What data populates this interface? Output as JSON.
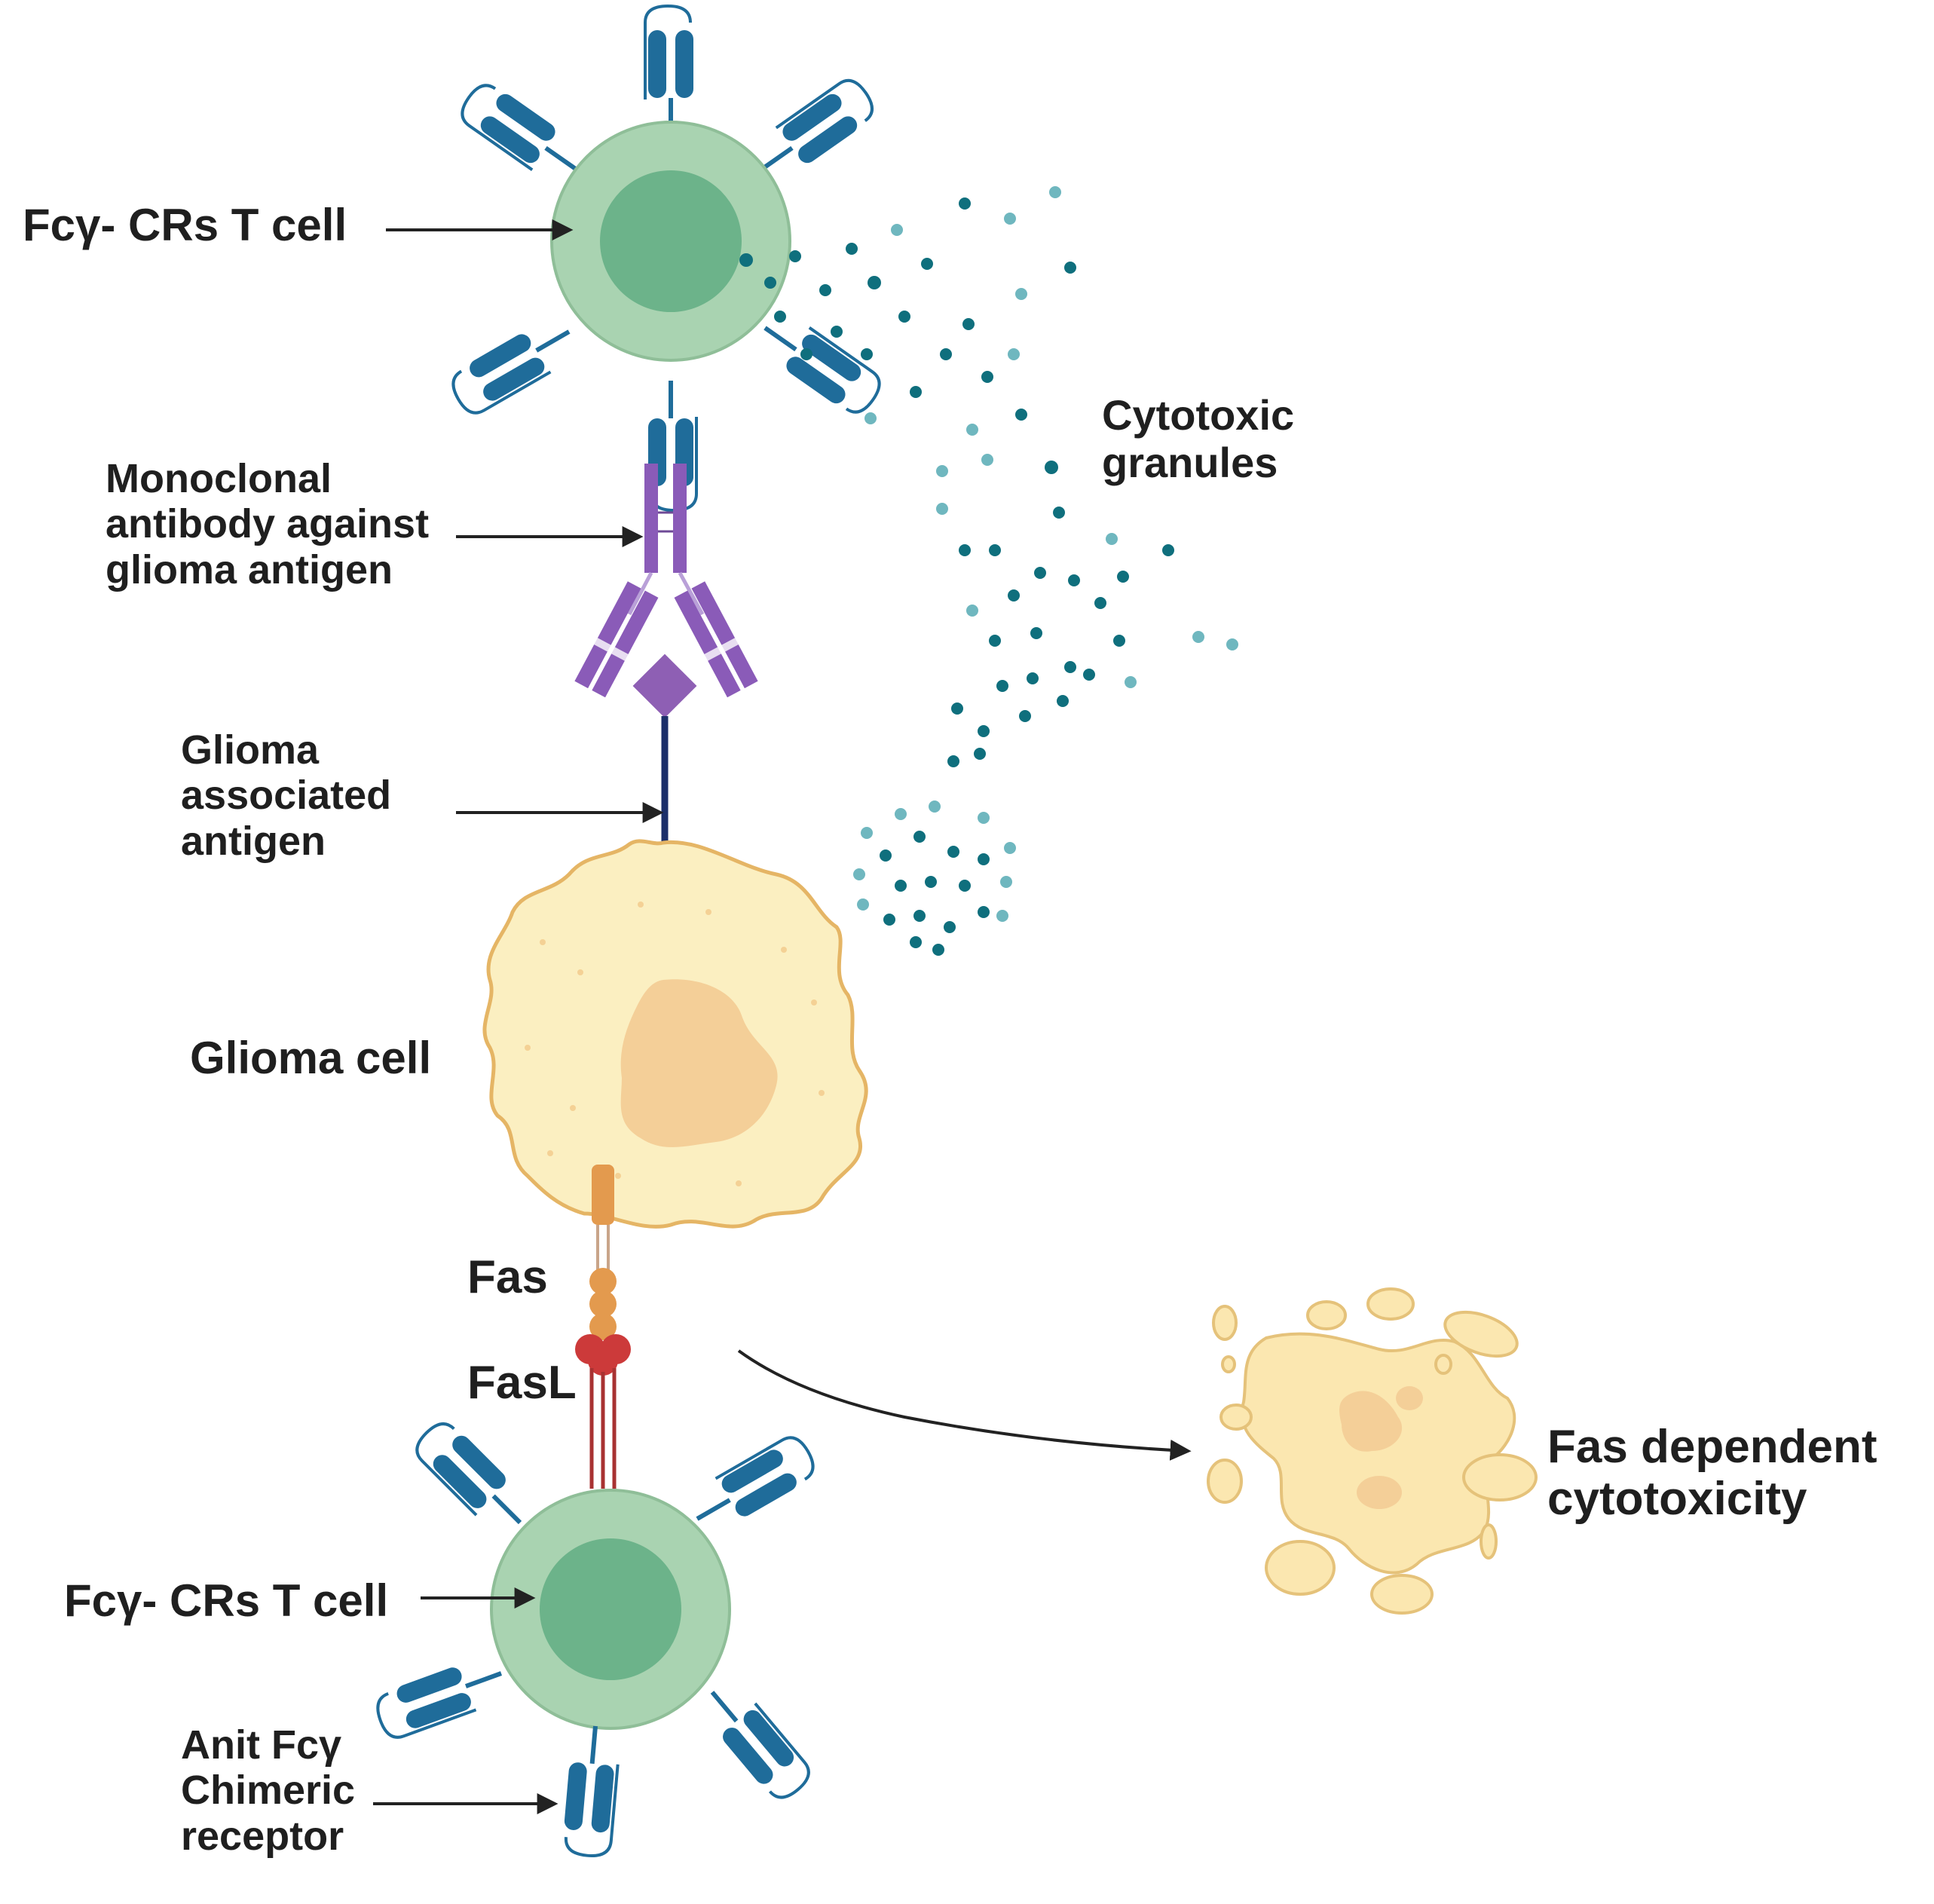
{
  "labels": {
    "t_cell_top": "Fcγ- CRs T cell",
    "antibody": [
      "Monoclonal",
      "antibody against",
      "glioma antigen"
    ],
    "antigen": [
      "Glioma",
      "associated",
      "antigen"
    ],
    "glioma_cell": "Glioma cell",
    "granules": [
      "Cytotoxic",
      "granules"
    ],
    "fas": "Fas",
    "fasl": "FasL",
    "t_cell_bottom": "Fcγ- CRs T cell",
    "receptor": [
      "Anit Fcγ",
      "Chimeric",
      "receptor"
    ],
    "outcome": [
      "Fas dependent",
      "cytotoxicity"
    ]
  },
  "colors": {
    "t_cell_membrane": "#a9d3b1",
    "t_cell_nucleus": "#6cb38a",
    "receptor": "#1f6c9a",
    "antibody": "#8a5bb8",
    "antigen_stalk": "#1c2f6a",
    "glioma_cytoplasm": "#fbefc1",
    "glioma_nucleus": "#f4cf98",
    "glioma_outline": "#e5b565",
    "granule_dark": "#0f6f7d",
    "granule_light": "#6fb7bf",
    "fas": "#e39a4e",
    "fasl": "#cc3a3a",
    "arrow": "#222222"
  },
  "icons": [
    "t-cell-icon",
    "chimeric-receptor-icon",
    "antibody-icon",
    "glioma-cell-icon",
    "granule-icon",
    "fas-icon",
    "fasl-icon",
    "apoptotic-cell-icon",
    "arrow-icon"
  ]
}
